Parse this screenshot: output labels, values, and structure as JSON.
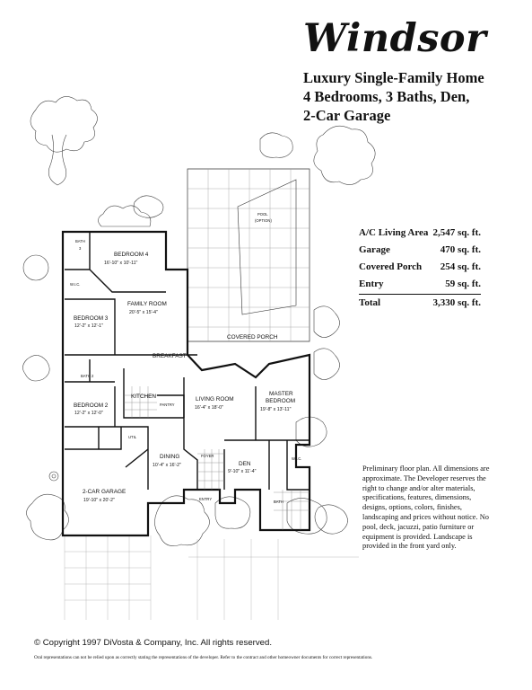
{
  "header": {
    "model_name": "Windsor",
    "subtitle_lines": [
      "Luxury Single-Family Home",
      "4 Bedrooms, 3 Baths, Den,",
      "2-Car Garage"
    ]
  },
  "areas": [
    {
      "label": "A/C Living Area",
      "value": "2,547 sq. ft."
    },
    {
      "label": "Garage",
      "value": "470 sq. ft."
    },
    {
      "label": "Covered Porch",
      "value": "254 sq. ft."
    },
    {
      "label": "Entry",
      "value": "59 sq. ft."
    },
    {
      "label": "Total",
      "value": "3,330 sq. ft."
    }
  ],
  "notice": "Preliminary floor plan. All dimensions are approximate. The Developer reserves the right to change and/or alter materials, specifications, features, dimensions, designs, options, colors, finishes, landscaping and prices without notice. No pool, deck, jacuzzi, patio furniture or equipment is provided. Landscape is provided in the front yard only.",
  "footer": {
    "copyright": "© Copyright 1997 DiVosta & Company, Inc. All rights reserved.",
    "disclaimer": "Oral representations can not be relied upon as correctly stating the representations of the developer. Refer to the contract and other homeowner documents for correct representations."
  },
  "rooms": {
    "bedroom4": {
      "name": "BEDROOM 4",
      "dims": "16'-10\" x 10'-11\""
    },
    "bath_top": {
      "name": "BATH",
      "sub": "3"
    },
    "wic_left": {
      "name": "W.I.C."
    },
    "family_room": {
      "name": "FAMILY ROOM",
      "dims": "20'-5\" x 15'-4\""
    },
    "bedroom3": {
      "name": "BEDROOM 3",
      "dims": "12'-2\" x 12'-1\""
    },
    "breakfast": {
      "name": "BREAKFAST"
    },
    "covered_porch": {
      "name": "COVERED PORCH"
    },
    "pool": {
      "name": "POOL",
      "sub": "(OPTION)"
    },
    "bath2": {
      "name": "BATH 2"
    },
    "kitchen": {
      "name": "KITCHEN"
    },
    "pantry": {
      "name": "PANTRY"
    },
    "living_room": {
      "name": "LIVING ROOM",
      "dims": "16'-4\" x 18'-0\""
    },
    "master_bedroom": {
      "name": "MASTER",
      "name2": "BEDROOM",
      "dims": "19'-8\" x 13'-11\""
    },
    "bedroom2": {
      "name": "BEDROOM 2",
      "dims": "12'-2\" x 12'-0\""
    },
    "util": {
      "name": "UTIL"
    },
    "dining": {
      "name": "DINING",
      "dims": "10'-4\" x 16'-2\""
    },
    "foyer": {
      "name": "FOYER"
    },
    "den": {
      "name": "DEN",
      "dims": "9'-10\" x 11'-4\""
    },
    "wic_right": {
      "name": "W.I.C."
    },
    "garage": {
      "name": "2-CAR GARAGE",
      "dims": "19'-10\" x 20'-2\""
    },
    "entry": {
      "name": "ENTRY"
    },
    "bath_master": {
      "name": "BATH"
    }
  }
}
